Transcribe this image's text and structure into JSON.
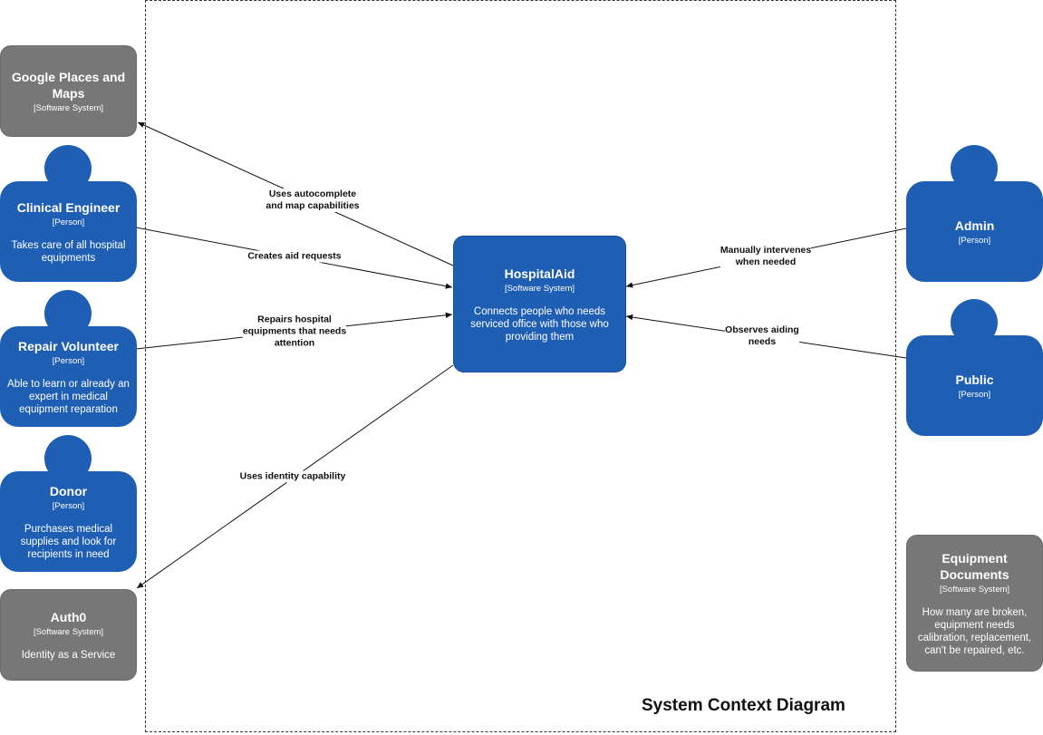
{
  "diagram": {
    "title": "System Context Diagram",
    "colors": {
      "person": "#1f5fb3",
      "internal_system": "#1f5fb3",
      "external_system": "#777777"
    },
    "nodes": {
      "google_maps": {
        "name": "Google Places and Maps",
        "type": "[Software System]"
      },
      "clinical_engineer": {
        "name": "Clinical Engineer",
        "type": "[Person]",
        "desc": "Takes care of all hospital equipments"
      },
      "repair_volunteer": {
        "name": "Repair Volunteer",
        "type": "[Person]",
        "desc": "Able to learn or already an expert in medical equipment reparation"
      },
      "donor": {
        "name": "Donor",
        "type": "[Person]",
        "desc": "Purchases medical supplies and look for recipients in need"
      },
      "auth0": {
        "name": "Auth0",
        "type": "[Software System]",
        "desc": "Identity as a Service"
      },
      "hospitalaid": {
        "name": "HospitalAid",
        "type": "[Software System]",
        "desc": "Connects people who needs serviced office with those who providing them"
      },
      "admin": {
        "name": "Admin",
        "type": "[Person]"
      },
      "public": {
        "name": "Public",
        "type": "[Person]"
      },
      "equipment_documents": {
        "name": "Equipment Documents",
        "type": "[Software System]",
        "desc": "How many are broken, equipment needs calibration, replacement, can't be repaired, etc."
      }
    },
    "edges": {
      "autocomplete": "Uses autocomplete\nand map capabilities",
      "aid_requests": "Creates aid requests",
      "repairs": "Repairs hospital\nequipments that needs\nattention",
      "identity": "Uses identity capability",
      "intervenes": "Manually intervenes\nwhen needed",
      "observes": "Observes aiding\nneeds"
    }
  }
}
